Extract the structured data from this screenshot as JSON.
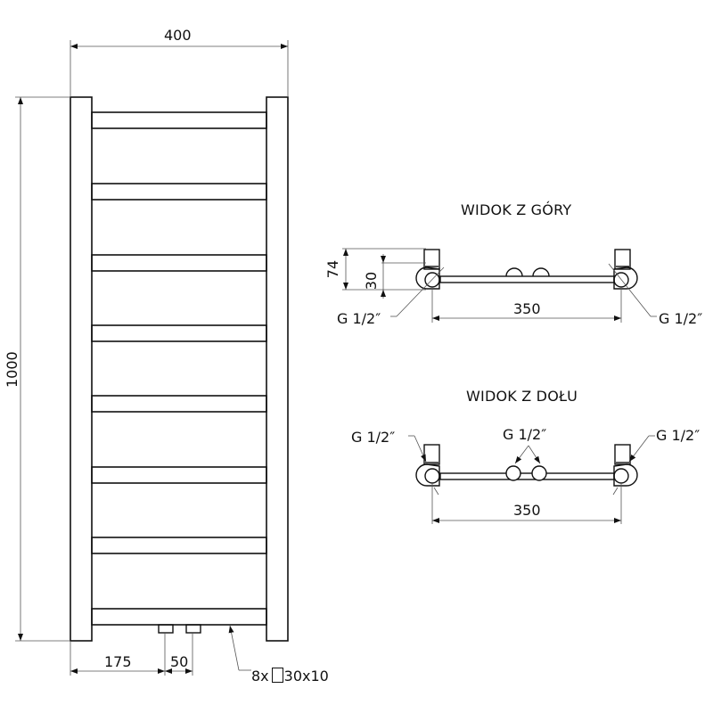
{
  "front_view": {
    "width_label": "400",
    "height_label": "1000",
    "inlet_offset_label": "175",
    "inlet_spacing_label": "50",
    "rungs_count": "8x",
    "rung_profile": "30x10",
    "rung_count_value": 8
  },
  "top_view": {
    "title": "WIDOK Z GÓRY",
    "depth_label": "74",
    "axis_offset_label": "30",
    "spacing_label": "350",
    "left_connection": "G 1/2″",
    "right_connection": "G 1/2″"
  },
  "bottom_view": {
    "title": "WIDOK Z DOŁU",
    "spacing_label": "350",
    "left_connection": "G 1/2″",
    "center_connection": "G 1/2″",
    "right_connection": "G 1/2″"
  },
  "colors": {
    "line": "#111111",
    "dimension_line": "#555555",
    "background": "#ffffff"
  }
}
